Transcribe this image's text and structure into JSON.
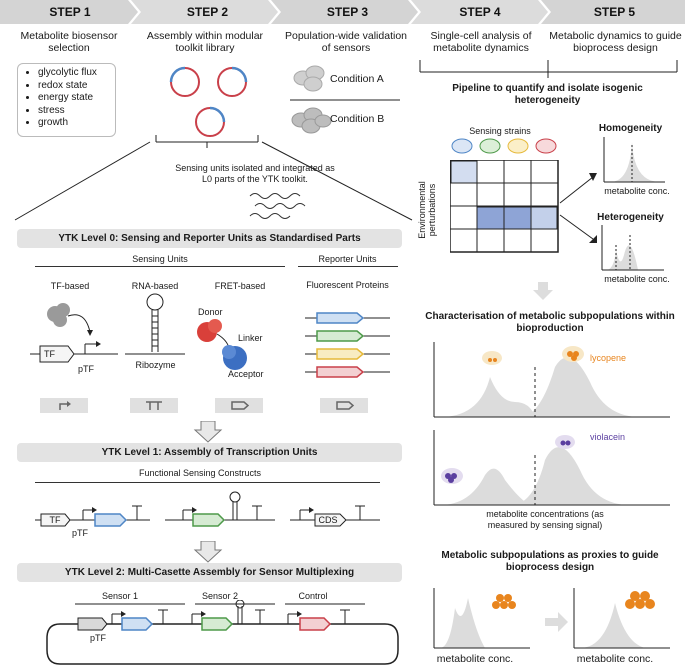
{
  "steps": [
    "STEP 1",
    "STEP 2",
    "STEP 3",
    "STEP 4",
    "STEP 5"
  ],
  "step_titles": {
    "s1": "Metabolite biosensor selection",
    "s2": "Assembly within modular toolkit library",
    "s3": "Population-wide validation of sensors",
    "s4": "Single-cell analysis of metabolite dynamics",
    "s5": "Metabolic dynamics to guide bioprocess design"
  },
  "biosensor_list": [
    "glycolytic flux",
    "redox state",
    "energy state",
    "stress",
    "growth"
  ],
  "conditions": [
    "Condition A",
    "Condition B"
  ],
  "sensing_units_note": "Sensing units isolated and integrated as L0 parts of the YTK toolkit.",
  "level0": {
    "title": "YTK Level 0: Sensing and Reporter Units as Standardised Parts",
    "sensing_units": "Sensing Units",
    "reporter_units": "Reporter Units",
    "tf_based": "TF-based",
    "rna_based": "RNA-based",
    "fret_based": "FRET-based",
    "fluorescent_proteins": "Fluorescent Proteins",
    "tf": "TF",
    "ptf": "pTF",
    "ribozyme": "Ribozyme",
    "donor": "Donor",
    "linker": "Linker",
    "acceptor": "Acceptor"
  },
  "level1": {
    "title": "YTK Level 1: Assembly of Transcription Units",
    "constructs": "Functional Sensing Constructs",
    "tf": "TF",
    "ptf": "pTF",
    "cds": "CDS"
  },
  "level2": {
    "title": "YTK Level 2: Multi-Casette Assembly for Sensor Multiplexing",
    "sensor1": "Sensor 1",
    "sensor2": "Sensor 2",
    "control": "Control",
    "ptf": "pTF"
  },
  "pipeline": {
    "title": "Pipeline to quantify and isolate isogenic heterogeneity",
    "sensing_strains": "Sensing strains",
    "env_perturbations": "Environmental perturbations",
    "homogeneity": "Homogeneity",
    "heterogeneity": "Heterogeneity",
    "metabolite_conc": "metabolite conc."
  },
  "subpop": {
    "title": "Characterisation of metabolic subpopulations within bioproduction",
    "lycopene": "lycopene",
    "violacein": "violacein",
    "axis_label": "metabolite concentrations (as measured by sensing signal)"
  },
  "proxies": {
    "title": "Metabolic subpopulations as proxies to guide bioprocess design",
    "metabolite_conc": "metabolite conc."
  },
  "colors": {
    "lycopene": "#e8851e",
    "violacein": "#5b3fa0",
    "blue_part": "#4f86c6",
    "green_part": "#4e9a4a",
    "yellow_part": "#e6b93a",
    "red_part": "#c9404a",
    "grid_highlight": "#8ea4d6"
  }
}
